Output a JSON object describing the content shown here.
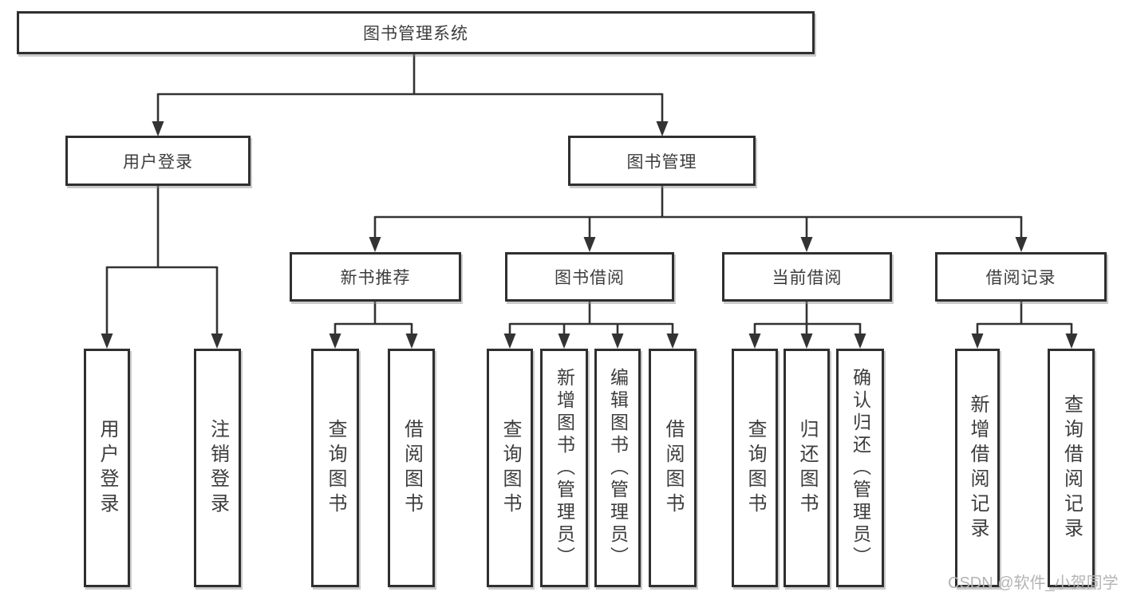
{
  "tree": {
    "label": "图书管理系统",
    "children": [
      {
        "label": "用户登录",
        "children": [
          {
            "label": "用户登录"
          },
          {
            "label": "注销登录"
          }
        ]
      },
      {
        "label": "图书管理",
        "children": [
          {
            "label": "新书推荐",
            "children": [
              {
                "label": "查询图书"
              },
              {
                "label": "借阅图书"
              }
            ]
          },
          {
            "label": "图书借阅",
            "children": [
              {
                "label": "查询图书"
              },
              {
                "label": "新增图书（管理员）"
              },
              {
                "label": "编辑图书（管理员）"
              },
              {
                "label": "借阅图书"
              }
            ]
          },
          {
            "label": "当前借阅",
            "children": [
              {
                "label": "查询图书"
              },
              {
                "label": "归还图书"
              },
              {
                "label": "确认归还（管理员）"
              }
            ]
          },
          {
            "label": "借阅记录",
            "children": [
              {
                "label": "新增借阅记录"
              },
              {
                "label": "查询借阅记录"
              }
            ]
          }
        ]
      }
    ]
  },
  "watermark": {
    "text": "CSDN @软件_小贺同学",
    "color": "#b4b4b4"
  },
  "colors": {
    "line": "#333333",
    "border": "#2f2f2f",
    "text": "#3d3d3d",
    "background": "#ffffff"
  }
}
